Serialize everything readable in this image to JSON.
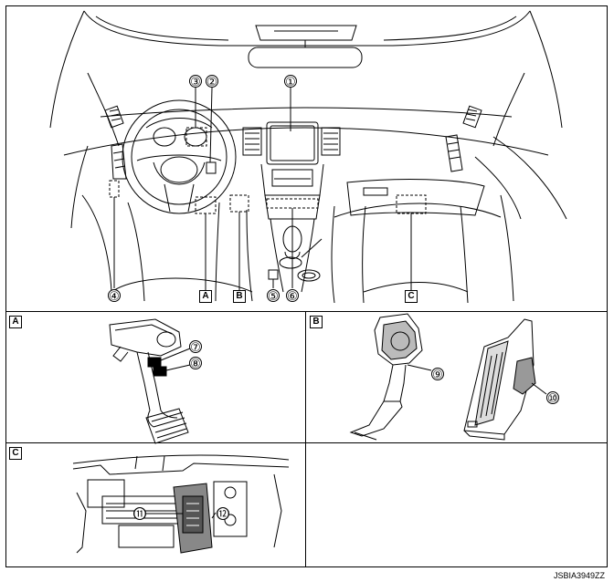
{
  "callouts": {
    "c1": "①",
    "c2": "②",
    "c3": "③",
    "c4": "④",
    "c5": "⑤",
    "c6": "⑥",
    "c7": "⑦",
    "c8": "⑧",
    "c9": "⑨",
    "c10": "⑩",
    "c11": "⑪",
    "c12": "⑫"
  },
  "letters": {
    "a": "A",
    "b": "B",
    "c": "C"
  },
  "code": "JSBIA3949ZZ"
}
